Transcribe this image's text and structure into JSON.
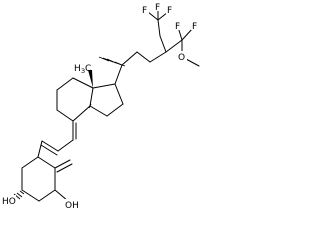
{
  "molecule": {
    "labels": {
      "fluorine": "F",
      "oxygen": "O",
      "hydroxyl_left": "HO",
      "hydroxyl_right": "OH",
      "methyl_h3": "H",
      "methyl_3": "3",
      "methyl_c": "C"
    }
  }
}
